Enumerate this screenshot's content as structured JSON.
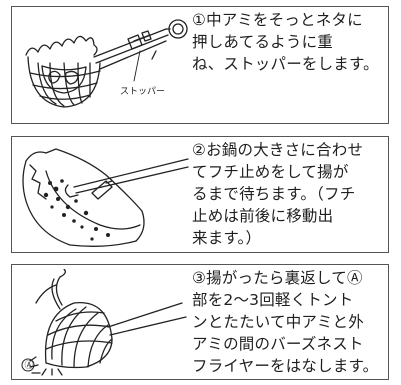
{
  "steps": [
    {
      "number": "①",
      "text": "中アミをそっとネタに\n押しあてるように重\nね、ストッパーをします。",
      "illustration": {
        "icon": "fryer-basket-stopper-icon",
        "label": "ストッパー"
      }
    },
    {
      "number": "②",
      "text": "お鍋の大きさに合わせ\nてフチ止めをして揚が\nるまで待ちます。（フチ\n止めは前後に移動出\n来ます。）",
      "illustration": {
        "icon": "pot-rim-clip-icon"
      }
    },
    {
      "number": "③",
      "text": "揚がったら裏返してⒶ\n部を2～3回軽くトント\nンとたたいて中アミと外\nアミの間のバーズネスト\nフライヤーをはなします。",
      "illustration": {
        "icon": "tap-basket-icon",
        "marker": "Ⓐ"
      }
    }
  ],
  "colors": {
    "border": "#555555",
    "text": "#1f1f1f",
    "line": "#222222"
  }
}
